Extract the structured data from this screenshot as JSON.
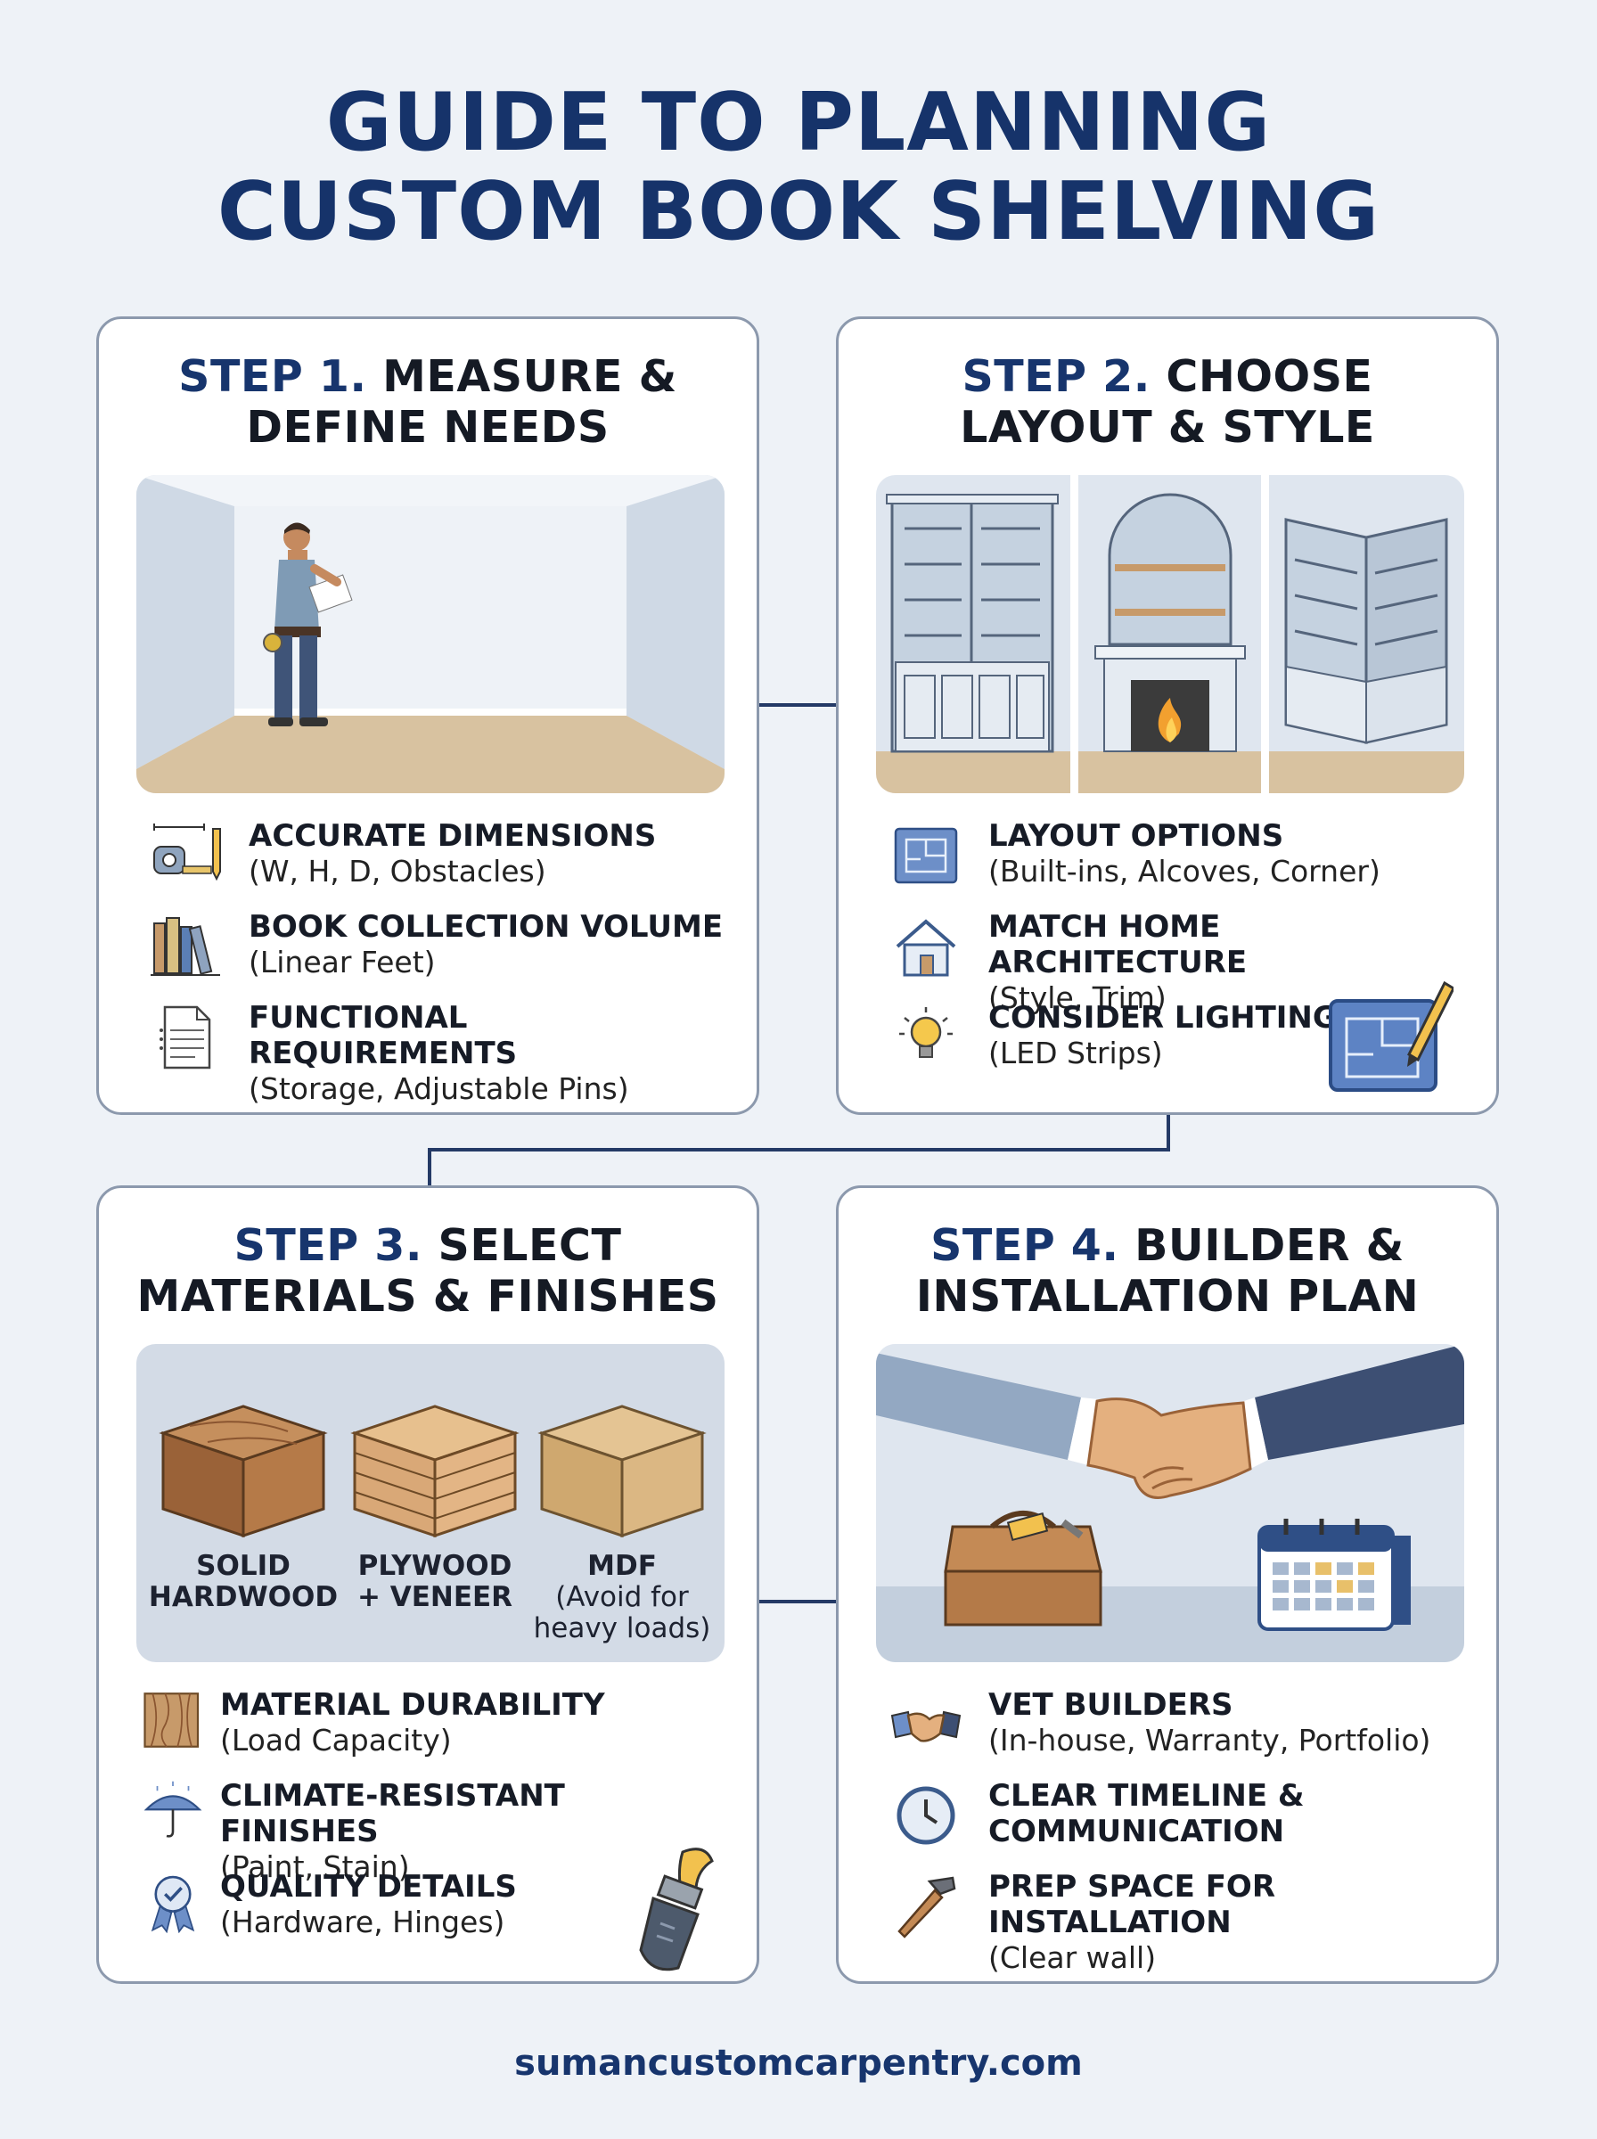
{
  "title": {
    "line1": "GUIDE TO PLANNING",
    "line2": "CUSTOM BOOK SHELVING"
  },
  "steps": [
    {
      "number": "STEP 1.",
      "heading_line1": " MEASURE &",
      "heading_line2": "DEFINE NEEDS",
      "items": [
        {
          "icon": "measuring-tape-icon",
          "title": "ACCURATE DIMENSIONS",
          "subtitle": "(W, H, D, Obstacles)"
        },
        {
          "icon": "books-icon",
          "title": "BOOK COLLECTION VOLUME",
          "subtitle": "(Linear Feet)"
        },
        {
          "icon": "checklist-icon",
          "title": "FUNCTIONAL REQUIREMENTS",
          "subtitle": "(Storage, Adjustable Pins)"
        }
      ]
    },
    {
      "number": "STEP 2.",
      "heading_line1": " CHOOSE",
      "heading_line2": "LAYOUT & STYLE",
      "items": [
        {
          "icon": "blueprint-icon",
          "title": "LAYOUT OPTIONS",
          "subtitle": "(Built-ins, Alcoves, Corner)"
        },
        {
          "icon": "house-icon",
          "title": "MATCH HOME ARCHITECTURE",
          "subtitle": "(Style, Trim)"
        },
        {
          "icon": "lightbulb-icon",
          "title": "CONSIDER LIGHTING",
          "subtitle": "(LED Strips)"
        }
      ]
    },
    {
      "number": "STEP 3.",
      "heading_line1": " SELECT",
      "heading_line2": "MATERIALS & FINISHES",
      "materials": [
        {
          "line1": "SOLID",
          "line2": "HARDWOOD",
          "line3": ""
        },
        {
          "line1": "PLYWOOD",
          "line2": "+ VENEER",
          "line3": ""
        },
        {
          "line1": "MDF",
          "line2": "(Avoid for",
          "line3": "heavy loads)"
        }
      ],
      "items": [
        {
          "icon": "wood-grain-icon",
          "title": "MATERIAL DURABILITY",
          "subtitle": "(Load Capacity)"
        },
        {
          "icon": "umbrella-icon",
          "title": "CLIMATE-RESISTANT FINISHES",
          "subtitle": "(Paint, Stain)"
        },
        {
          "icon": "quality-badge-icon",
          "title": "QUALITY DETAILS",
          "subtitle": "(Hardware, Hinges)"
        }
      ]
    },
    {
      "number": "STEP 4.",
      "heading_line1": " BUILDER &",
      "heading_line2": "INSTALLATION PLAN",
      "items": [
        {
          "icon": "handshake-icon",
          "title": "VET BUILDERS",
          "subtitle": "(In-house, Warranty, Portfolio)"
        },
        {
          "icon": "clock-icon",
          "title": "CLEAR TIMELINE &",
          "subtitle": "COMMUNICATION"
        },
        {
          "icon": "hammer-icon",
          "title": "PREP SPACE FOR INSTALLATION",
          "subtitle": "(Clear wall)"
        }
      ]
    }
  ],
  "footer": "sumancustomcarpentry.com",
  "colors": {
    "background": "#eef2f7",
    "accent_navy": "#17356d",
    "card_border": "#8c99ad",
    "wood": "#c79a6a"
  }
}
